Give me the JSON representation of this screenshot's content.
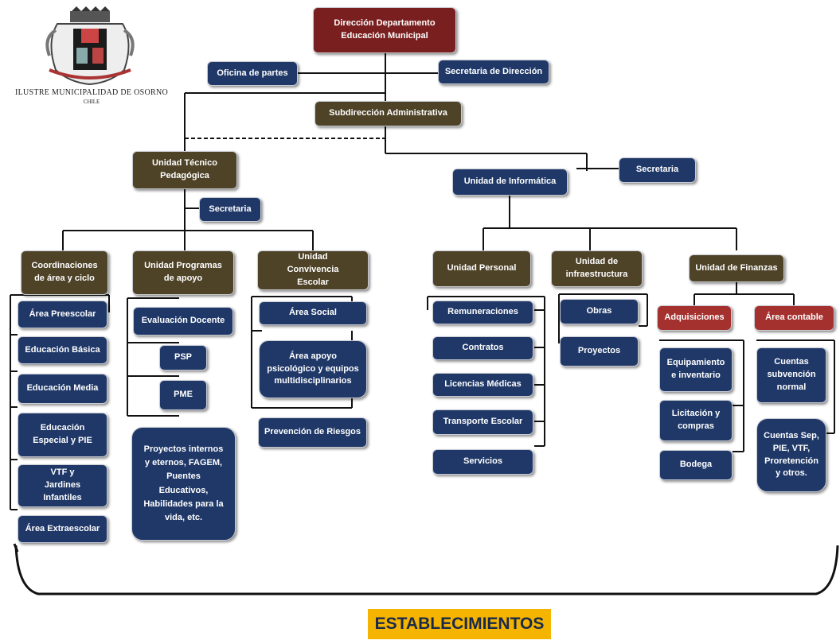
{
  "logo": {
    "title": "ILUSTRE MUNICIPALIDAD DE OSORNO",
    "subtitle": "CHILE",
    "icon": "municipal-coat-of-arms-icon"
  },
  "colors": {
    "navy": "#1f3868",
    "olive": "#4e4227",
    "maroon": "#7a1f1f",
    "red": "#a5312f",
    "highlight": "#f4b400"
  },
  "top": {
    "direccion": "Dirección Departamento Educación Municipal",
    "oficina_partes": "Oficina de partes",
    "secretaria_direccion": "Secretaria de Dirección",
    "subdireccion": "Subdirección Administrativa"
  },
  "utp": {
    "title": "Unidad Técnico Pedagógica",
    "secretaria": "Secretaria",
    "coordinaciones": {
      "title": "Coordinaciones de área y ciclo",
      "items": [
        "Área Preescolar",
        "Educación Básica",
        "Educación Media",
        "Educación Especial y PIE",
        "VTF y Jardines Infantiles",
        "Área Extraescolar"
      ]
    },
    "programas": {
      "title": "Unidad Programas de apoyo",
      "items": [
        "Evaluación Docente",
        "PSP",
        "PME",
        "Proyectos internos y eternos, FAGEM, Puentes Educativos, Habilidades para la vida, etc."
      ]
    },
    "convivencia": {
      "title": "Unidad Convivencia Escolar",
      "items": [
        "Área Social",
        "Área apoyo psicológico y equipos multidisciplinarios",
        "Prevención de Riesgos"
      ]
    }
  },
  "informatica": {
    "title": "Unidad de Informática",
    "secretaria": "Secretaria",
    "personal": {
      "title": "Unidad Personal",
      "items": [
        "Remuneraciones",
        "Contratos",
        "Licencias Médicas",
        "Transporte Escolar",
        "Servicios"
      ]
    },
    "infraestructura": {
      "title": "Unidad de infraestructura",
      "items": [
        "Obras",
        "Proyectos"
      ]
    },
    "finanzas": {
      "title": "Unidad de Finanzas",
      "adquisiciones": {
        "title": "Adquisiciones",
        "items": [
          "Equipamiento e inventario",
          "Licitación y compras",
          "Bodega"
        ]
      },
      "contable": {
        "title": "Área contable",
        "items": [
          "Cuentas subvención normal",
          "Cuentas Sep, PIE, VTF, Proretención y otros."
        ]
      }
    }
  },
  "footer": {
    "establecimientos": "ESTABLECIMIENTOS"
  }
}
